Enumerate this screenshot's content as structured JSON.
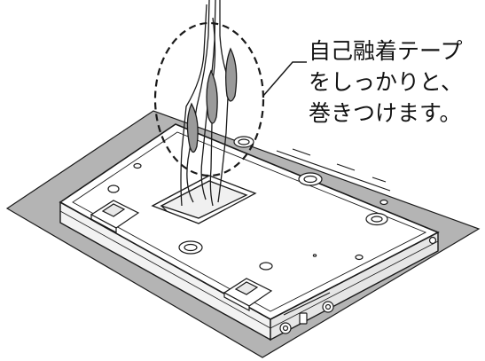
{
  "callout": {
    "lines": [
      "自己融着テープ",
      "をしっかりと、",
      "巻きつけます。"
    ]
  },
  "colors": {
    "mat": "#b4b4b4",
    "line": "#1a1a1a",
    "tape": "#9a9a9a"
  }
}
